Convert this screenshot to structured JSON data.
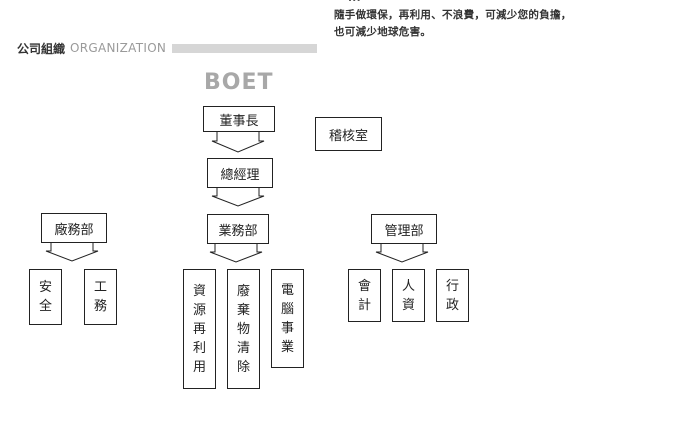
{
  "note": {
    "cut_line": "...",
    "line1": "隨手做環保，再利用、不浪費，可減少您的負擔，",
    "line2": "也可減少地球危害。"
  },
  "header": {
    "title": "公司組織",
    "subtitle": "ORGANIZATION"
  },
  "logo": "BOET",
  "org": {
    "chairman": "董事長",
    "audit": "稽核室",
    "gm": "總經理",
    "factory": "廠務部",
    "business": "業務部",
    "management": "管理部",
    "factory_units": [
      [
        "安",
        "全"
      ],
      [
        "工",
        "務"
      ]
    ],
    "business_units": [
      [
        "資",
        "源",
        "再",
        "利",
        "用"
      ],
      [
        "廢",
        "棄",
        "物",
        "清",
        "除"
      ],
      [
        "電",
        "腦",
        "事",
        "業"
      ]
    ],
    "management_units": [
      [
        "會",
        "計"
      ],
      [
        "人",
        "資"
      ],
      [
        "行",
        "政"
      ]
    ]
  },
  "colors": {
    "line": "#222222",
    "logo": "#a8a8a8",
    "header_bar": "#d6d6d6"
  }
}
